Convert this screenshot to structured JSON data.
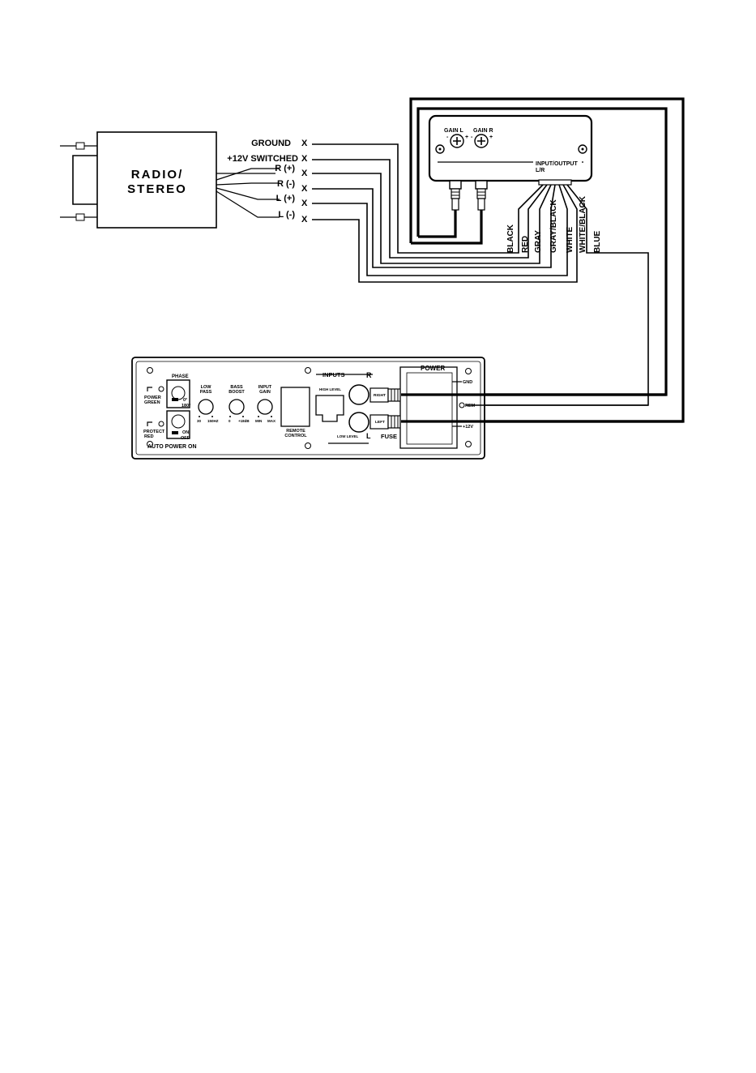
{
  "radio": {
    "line1": "RADIO/",
    "line2": "STEREO"
  },
  "radio_outputs": [
    {
      "label": "GROUND",
      "mark": "X"
    },
    {
      "label": "+12V SWITCHED",
      "mark": "X"
    },
    {
      "label": "R (+)",
      "mark": "X"
    },
    {
      "label": "R (-)",
      "mark": "X"
    },
    {
      "label": "L (+)",
      "mark": "X"
    },
    {
      "label": "L (-)",
      "mark": "X"
    }
  ],
  "sub_box": {
    "gain_l": "GAIN L",
    "gain_r": "GAIN R",
    "minus": "-",
    "plus": "+",
    "io_line1": "INPUT/OUTPUT",
    "io_line2": "L/R"
  },
  "wire_colors": [
    "BLACK",
    "RED",
    "GRAY",
    "GRAY/BLACK",
    "WHITE",
    "WHITE/BLACK",
    "BLUE"
  ],
  "amp_panel": {
    "phase": "PHASE",
    "phase_0": "0°",
    "phase_180": "180°",
    "power_led": "POWER",
    "power_led_color": "GREEN",
    "protect_led": "PROTECT",
    "protect_led_color": "RED",
    "on": "ON",
    "off": "OFF",
    "auto_power_on": "AUTO POWER ON",
    "low_pass": "LOW",
    "low_pass_2": "PASS",
    "low_pass_min": "30",
    "low_pass_max": "150HZ",
    "bass_boost": "BASS",
    "bass_boost_2": "BOOST",
    "bass_min": "0",
    "bass_max": "+18dB",
    "input_gain": "INPUT",
    "input_gain_2": "GAIN",
    "gain_min": "MIN",
    "gain_max": "MAX",
    "remote": "REMOTE",
    "remote_2": "CONTROL",
    "inputs": "INPUTS",
    "r": "R",
    "l": "L",
    "high_level": "HIGH LEVEL",
    "low_level": "LOW LEVEL",
    "right": "RIGHT",
    "left": "LEFT",
    "fuse": "FUSE",
    "power": "POWER",
    "gnd": "GND",
    "rem": "REM",
    "plus12": "+12V"
  }
}
